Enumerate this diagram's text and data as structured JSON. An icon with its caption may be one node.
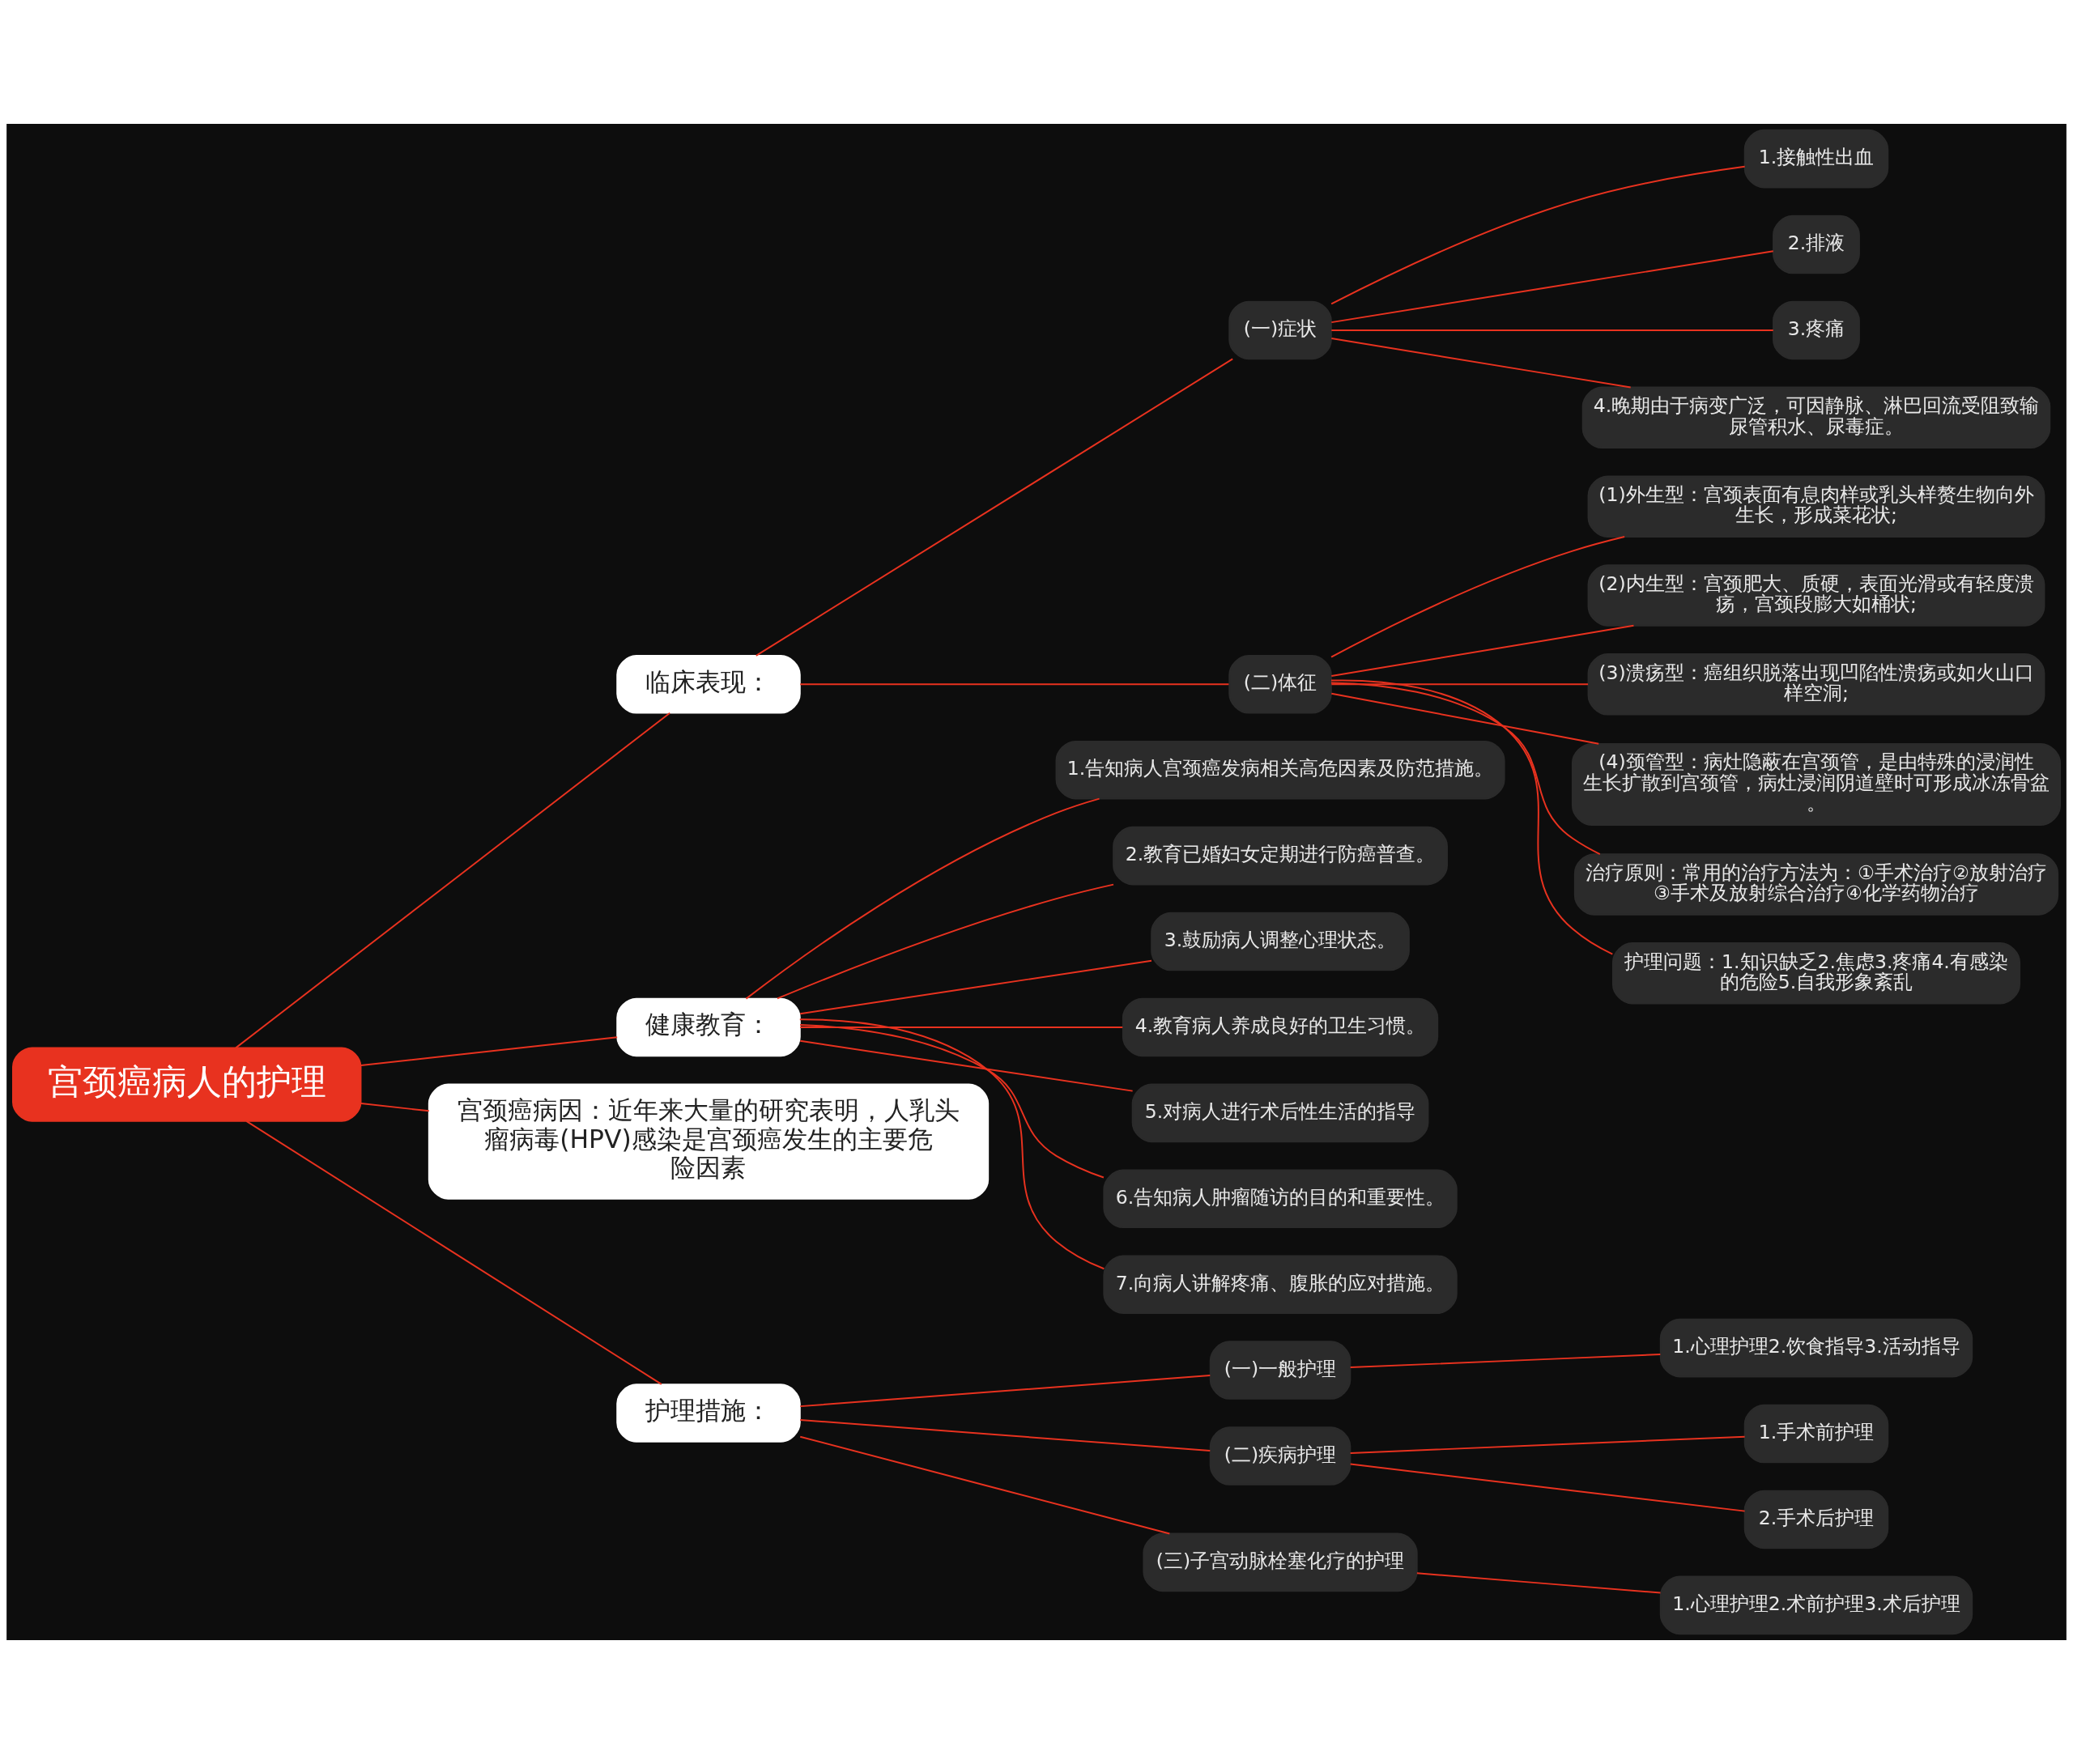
{
  "diagram": {
    "nodes": [
      {
        "text": [
          "宫颈癌病人的护理"
        ]
      },
      {
        "text": [
          "临床表现："
        ]
      },
      {
        "text": [
          "(一)症状"
        ]
      },
      {
        "text": [
          "1.接触性出血"
        ]
      },
      {
        "text": [
          "2.排液"
        ]
      },
      {
        "text": [
          "3.疼痛"
        ]
      },
      {
        "text": [
          "4.晚期由于病变广泛，可因静脉、淋巴回流受阻致输尿管积水、尿毒症。"
        ]
      },
      {
        "text": [
          "(二)体征"
        ]
      },
      {
        "text": [
          "(1)外生型：宫颈表面有息肉样或乳头样赘生物向外生长，形成菜花状;"
        ]
      },
      {
        "text": [
          "(2)内生型：宫颈肥大、质硬，表面光滑或有轻度溃疡，宫颈段膨大如桶状;"
        ]
      },
      {
        "text": [
          "(3)溃疡型：癌组织脱落出现凹陷性溃疡或如火山口样空洞;"
        ]
      },
      {
        "text": [
          "(4)颈管型：病灶隐蔽在宫颈管，是由特殊的浸润性生长扩散到宫颈管，病灶浸润阴道壁时可形成冰冻骨盆。"
        ]
      },
      {
        "text": [
          "治疗原则：常用的治疗方法为：①手术治疗②放射治疗③手术及放射综合治疗④化学药物治疗"
        ]
      },
      {
        "text": [
          "护理问题：1.知识缺乏2.焦虑3.疼痛4.有感染的危险5.自我形象紊乱"
        ]
      },
      {
        "text": [
          "健康教育："
        ]
      },
      {
        "text": [
          "1.告知病人宫颈癌发病相关高危因素及防范措施。"
        ]
      },
      {
        "text": [
          "2.教育已婚妇女定期进行防癌普查。"
        ]
      },
      {
        "text": [
          "3.鼓励病人调整心理状态。"
        ]
      },
      {
        "text": [
          "4.教育病人养成良好的卫生习惯。"
        ]
      },
      {
        "text": [
          "5.对病人进行术后性生活的指导"
        ]
      },
      {
        "text": [
          "6.告知病人肿瘤随访的目的和重要性。"
        ]
      },
      {
        "text": [
          "7.向病人讲解疼痛、腹胀的应对措施。"
        ]
      },
      {
        "text": [
          "宫颈癌病因：近年来大量的研究表明，人乳头瘤病毒(HPV)感染是宫颈癌发生的主要危险因素"
        ]
      },
      {
        "text": [
          "护理措施："
        ]
      },
      {
        "text": [
          "(一)一般护理"
        ]
      },
      {
        "text": [
          "1.心理护理2.饮食指导3.活动指导"
        ]
      },
      {
        "text": [
          "(二)疾病护理"
        ]
      },
      {
        "text": [
          "1.手术前护理"
        ]
      },
      {
        "text": [
          "2.手术后护理"
        ]
      },
      {
        "text": [
          "(三)子宫动脉栓塞化疗的护理"
        ]
      },
      {
        "text": [
          "1.心理护理2.术前护理3.术后护理"
        ]
      }
    ],
    "edges": [
      {
        "from": 0,
        "to": 1,
        "arrow": "none"
      },
      {
        "from": 1,
        "to": 2,
        "arrow": "none"
      },
      {
        "from": 2,
        "to": 3,
        "arrow": "none"
      },
      {
        "from": 2,
        "to": 4,
        "arrow": "none"
      },
      {
        "from": 2,
        "to": 5,
        "arrow": "none"
      },
      {
        "from": 2,
        "to": 6,
        "arrow": "none"
      },
      {
        "from": 1,
        "to": 7,
        "arrow": "none"
      },
      {
        "from": 7,
        "to": 8,
        "arrow": "none"
      },
      {
        "from": 7,
        "to": 9,
        "arrow": "none"
      },
      {
        "from": 7,
        "to": 10,
        "arrow": "none"
      },
      {
        "from": 7,
        "to": 11,
        "arrow": "none"
      },
      {
        "from": 7,
        "to": 12,
        "arrow": "none"
      },
      {
        "from": 7,
        "to": 13,
        "arrow": "none"
      },
      {
        "from": 0,
        "to": 14,
        "arrow": "none"
      },
      {
        "from": 14,
        "to": 15,
        "arrow": "none"
      },
      {
        "from": 14,
        "to": 16,
        "arrow": "none"
      },
      {
        "from": 14,
        "to": 17,
        "arrow": "none"
      },
      {
        "from": 14,
        "to": 18,
        "arrow": "none"
      },
      {
        "from": 14,
        "to": 19,
        "arrow": "none"
      },
      {
        "from": 14,
        "to": 20,
        "arrow": "none"
      },
      {
        "from": 14,
        "to": 21,
        "arrow": "none"
      },
      {
        "from": 0,
        "to": 22,
        "arrow": "none"
      },
      {
        "from": 0,
        "to": 23,
        "arrow": "none"
      },
      {
        "from": 23,
        "to": 24,
        "arrow": "none"
      },
      {
        "from": 24,
        "to": 25,
        "arrow": "none"
      },
      {
        "from": 23,
        "to": 26,
        "arrow": "none"
      },
      {
        "from": 26,
        "to": 27,
        "arrow": "none"
      },
      {
        "from": 26,
        "to": 28,
        "arrow": "none"
      },
      {
        "from": 23,
        "to": 29,
        "arrow": "none"
      },
      {
        "from": 29,
        "to": 30,
        "arrow": "none"
      }
    ]
  }
}
